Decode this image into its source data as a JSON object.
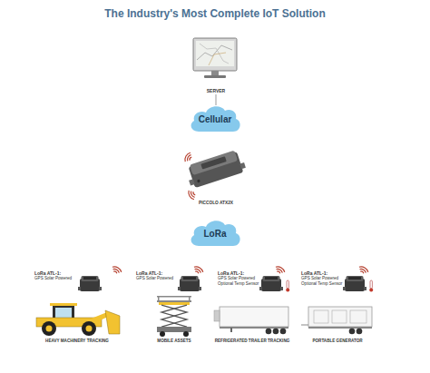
{
  "diagram": {
    "title": "The Industry's Most Complete IoT Solution",
    "nodes": [
      {
        "text": [
          "SERVER"
        ]
      },
      {
        "text": [
          "Cellular"
        ]
      },
      {
        "text": [
          "PICCOLO ATX2X"
        ]
      },
      {
        "text": [
          "LoRa"
        ]
      },
      {
        "text": [
          "LoRa ATL-1:",
          "GPS Solar Powered"
        ]
      },
      {
        "text": [
          "LoRa ATL-1:",
          "GPS Solar Powered"
        ]
      },
      {
        "text": [
          "LoRa ATL-1:",
          "GPS Solar Powered Optional Temp Sensor"
        ]
      },
      {
        "text": [
          "LoRa ATL-1:",
          "GPS Solar Powered Optional Temp Sensor"
        ]
      }
    ],
    "edges": [
      {
        "from": 0,
        "to": 1,
        "arrow": "none"
      }
    ],
    "labels": [
      "HEAVY MACHINERY TRACKING",
      "MOBILE ASSETS",
      "REFRIGERATED TRAILER TRACKING",
      "PORTABLE GENERATOR"
    ]
  }
}
